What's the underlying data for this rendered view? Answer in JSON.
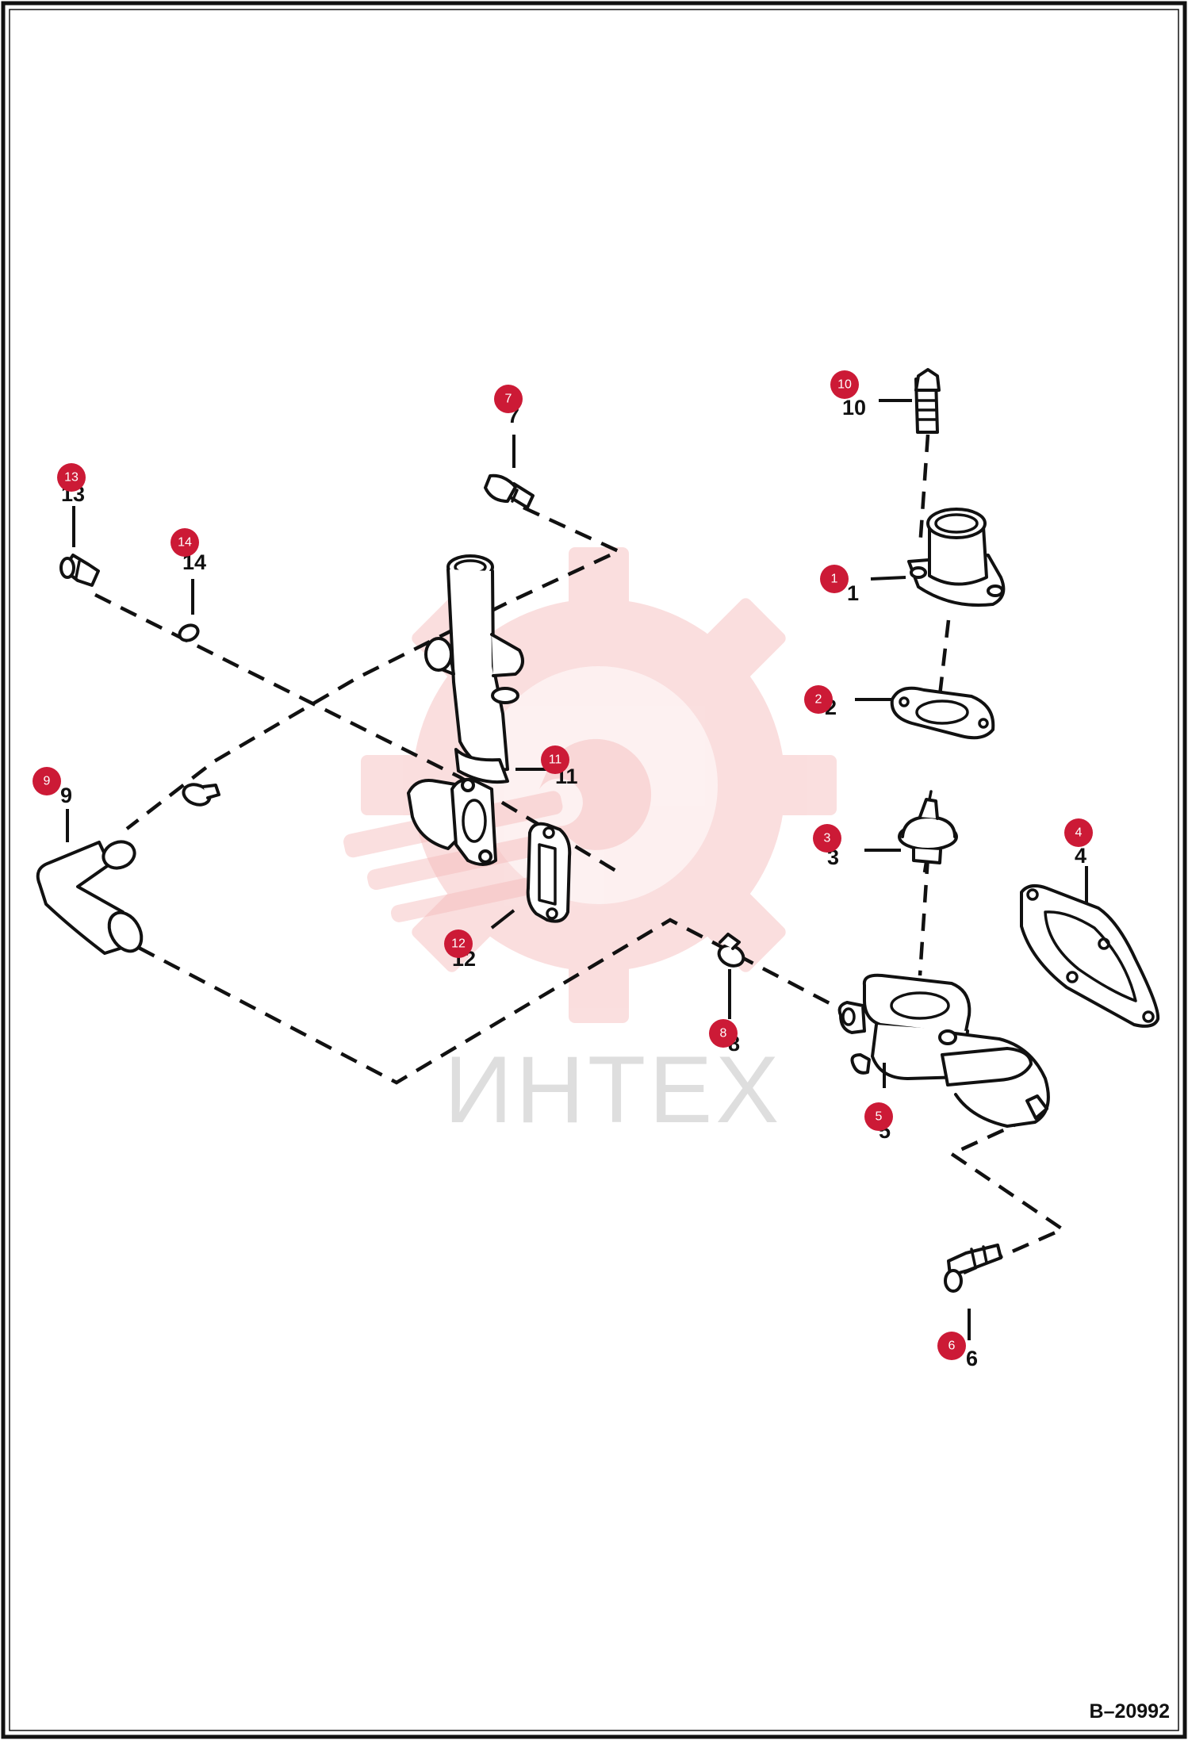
{
  "drawing": {
    "reference_code": "B–20992",
    "watermark_text": "ИНТЕХ",
    "accent_color": "#cc1a36",
    "line_color": "#111111",
    "background_color": "#ffffff"
  },
  "parts": [
    {
      "number": "1",
      "badge": "1"
    },
    {
      "number": "2",
      "badge": "2"
    },
    {
      "number": "3",
      "badge": "3"
    },
    {
      "number": "4",
      "badge": "4"
    },
    {
      "number": "5",
      "badge": "5"
    },
    {
      "number": "6",
      "badge": "6"
    },
    {
      "number": "7",
      "badge": "7"
    },
    {
      "number": "8",
      "badge": "8"
    },
    {
      "number": "9",
      "badge": "9"
    },
    {
      "number": "10",
      "badge": "10"
    },
    {
      "number": "11",
      "badge": "11"
    },
    {
      "number": "12",
      "badge": "12"
    },
    {
      "number": "13",
      "badge": "13"
    },
    {
      "number": "14",
      "badge": "14"
    }
  ]
}
